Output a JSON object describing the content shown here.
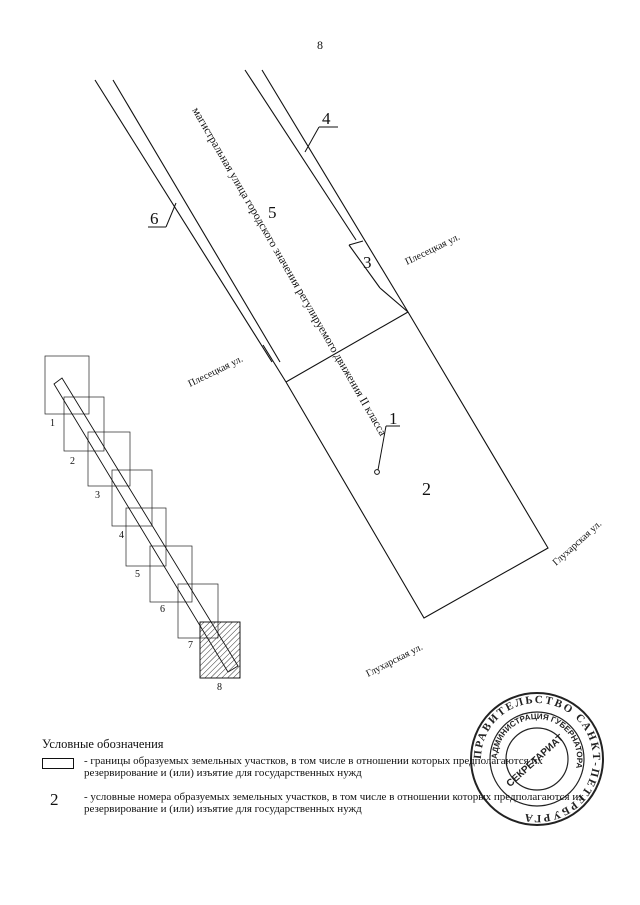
{
  "page": {
    "number": "8"
  },
  "drawing": {
    "main_road_label": "магистральная улица городского значения регулируемого движения II класса",
    "streets": {
      "plesetskaya_right": "Плесецкая ул.",
      "plesetskaya_left": "Плесецкая ул.",
      "glukharskaya_right": "Глухарская ул.",
      "glukharskaya_bottom": "Глухарская ул."
    },
    "zone_numbers": [
      "1",
      "2",
      "3",
      "4",
      "5",
      "6"
    ],
    "key_map": {
      "sheet_numbers": [
        "1",
        "2",
        "3",
        "4",
        "5",
        "6",
        "7",
        "8"
      ]
    }
  },
  "stamp": {
    "outer_text": "ПРАВИТЕЛЬСТВО САНКТ-ПЕТЕРБУРГА",
    "inner_text": "АДМИНИСТРАЦИЯ ГУБЕРНАТОРА",
    "center_text": "СЕКРЕТАРИАТ",
    "color": "#2b2b2b"
  },
  "legend": {
    "title": "Условные обозначения",
    "boundary_text": "- границы образуемых земельных участков, в том числе в отношении которых предполагаются их резервирование и (или) изъятие для государственных нужд",
    "number_sample": "2",
    "number_text": "- условные номера образуемых земельных участков, в том числе в отношении которых предполагаются их резервирование и (или) изъятие для государственных нужд"
  }
}
